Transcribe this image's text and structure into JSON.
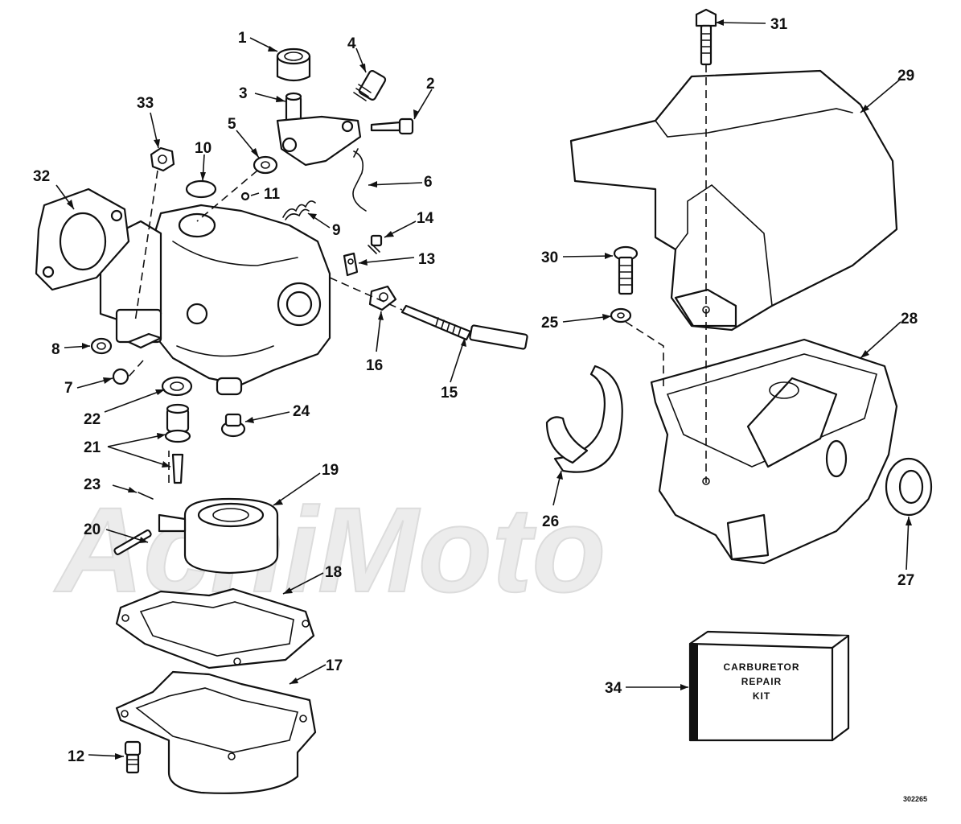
{
  "diagram": {
    "callouts": [
      "1",
      "2",
      "3",
      "4",
      "5",
      "6",
      "7",
      "8",
      "9",
      "10",
      "11",
      "12",
      "13",
      "14",
      "15",
      "16",
      "17",
      "18",
      "19",
      "20",
      "21",
      "22",
      "23",
      "24",
      "25",
      "26",
      "27",
      "28",
      "29",
      "30",
      "31",
      "32",
      "33",
      "34"
    ],
    "kit_label": [
      "CARBURETOR",
      "REPAIR",
      "KIT"
    ],
    "drawing_code": "302265",
    "watermark": "AchiMoto"
  }
}
